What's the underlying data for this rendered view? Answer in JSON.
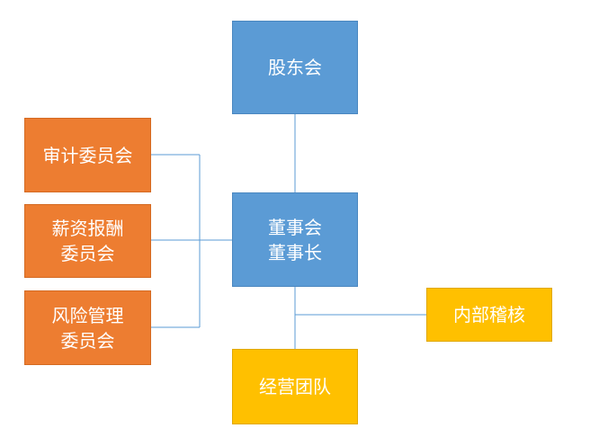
{
  "colors": {
    "primary": "#5b9bd5",
    "committee": "#ed7d31",
    "operations": "#ffc000",
    "connector": "#5b9bd5"
  },
  "nodes": {
    "shareholders": {
      "lines": [
        "股东会"
      ]
    },
    "board": {
      "lines": [
        "董事会",
        "董事长"
      ]
    },
    "management": {
      "lines": [
        "经营团队"
      ]
    },
    "audit_committee": {
      "lines": [
        "审计委员会"
      ]
    },
    "compensation_committee": {
      "lines": [
        "薪资报酬",
        "委员会"
      ]
    },
    "risk_committee": {
      "lines": [
        "风险管理",
        "委员会"
      ]
    },
    "internal_audit": {
      "lines": [
        "内部稽核"
      ]
    }
  }
}
